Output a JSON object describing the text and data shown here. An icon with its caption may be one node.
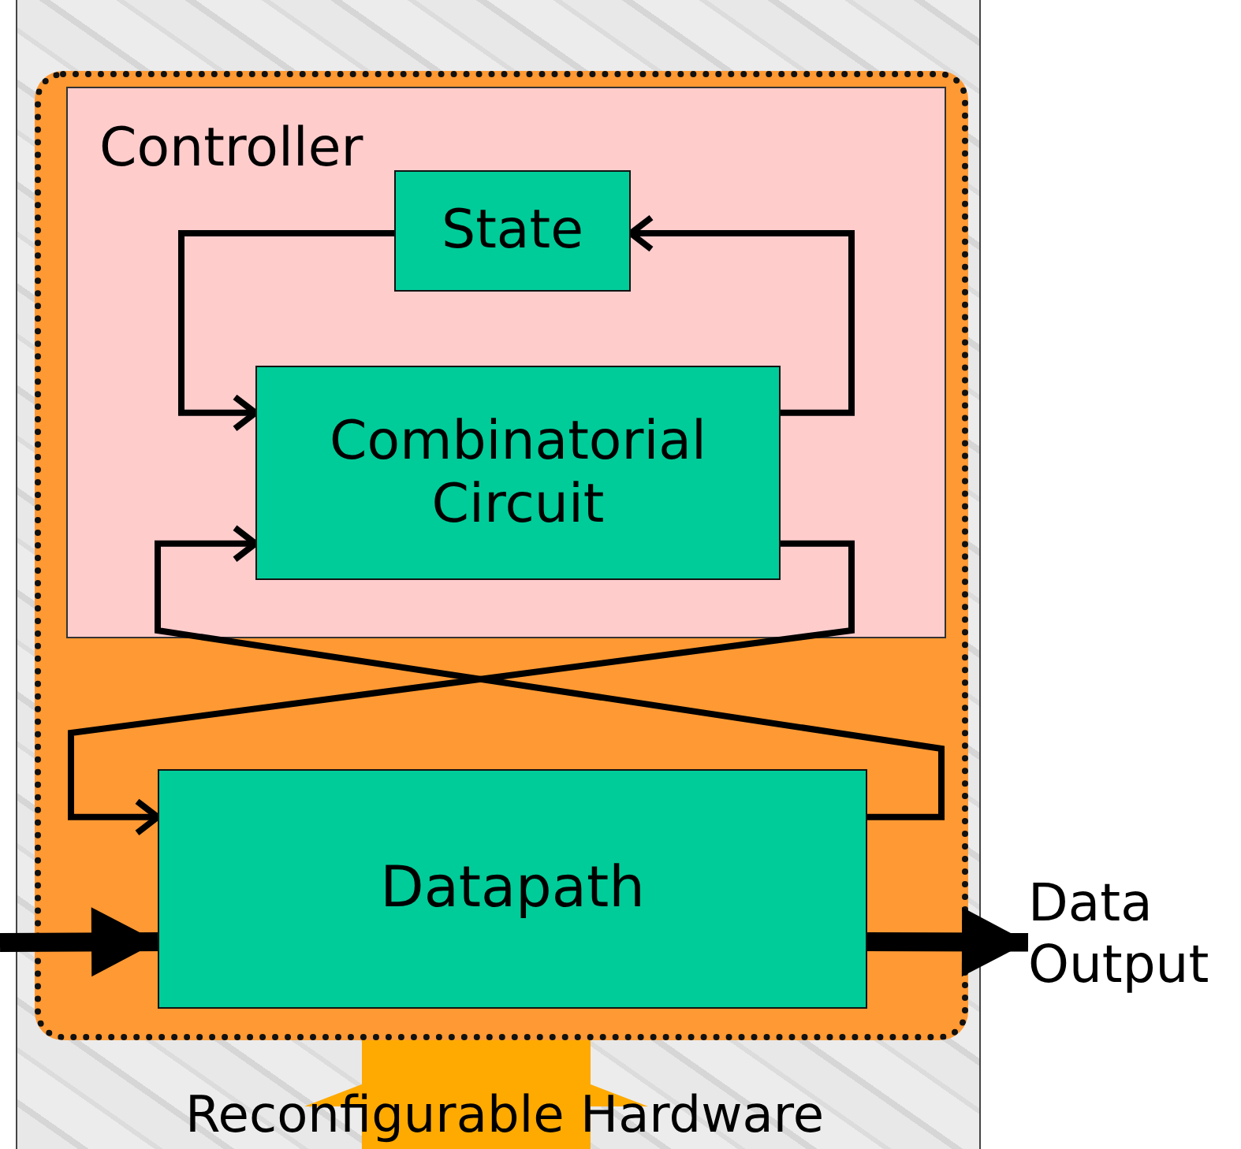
{
  "diagram": {
    "nodes": [
      {
        "text": [],
        "shape": "box"
      },
      {
        "text": [
          "Controller"
        ],
        "in": 0
      },
      {
        "text": [
          "State"
        ],
        "in": 1
      },
      {
        "text": [
          "Combinatorial Circuit"
        ],
        "in": 1
      },
      {
        "text": [
          "Datapath"
        ],
        "in": 0
      },
      {
        "text": [
          "Data Output"
        ]
      },
      {
        "text": [
          "Reconfigurable Hardware"
        ]
      }
    ],
    "edges": [
      {
        "from": 2,
        "to": 3,
        "arrow": "to"
      },
      {
        "from": 3,
        "to": 2,
        "arrow": "to"
      },
      {
        "from": 3,
        "to": 4,
        "arrow": "to"
      },
      {
        "from": 4,
        "to": 3,
        "arrow": "to"
      },
      {
        "from": null,
        "to": 4,
        "arrow": "to",
        "style": "thick"
      },
      {
        "from": 4,
        "to": 5,
        "arrow": "to",
        "style": "thick"
      },
      {
        "from": 6,
        "to": 0,
        "arrow": "to",
        "style": "thick",
        "color": "#ffaa00"
      }
    ]
  }
}
